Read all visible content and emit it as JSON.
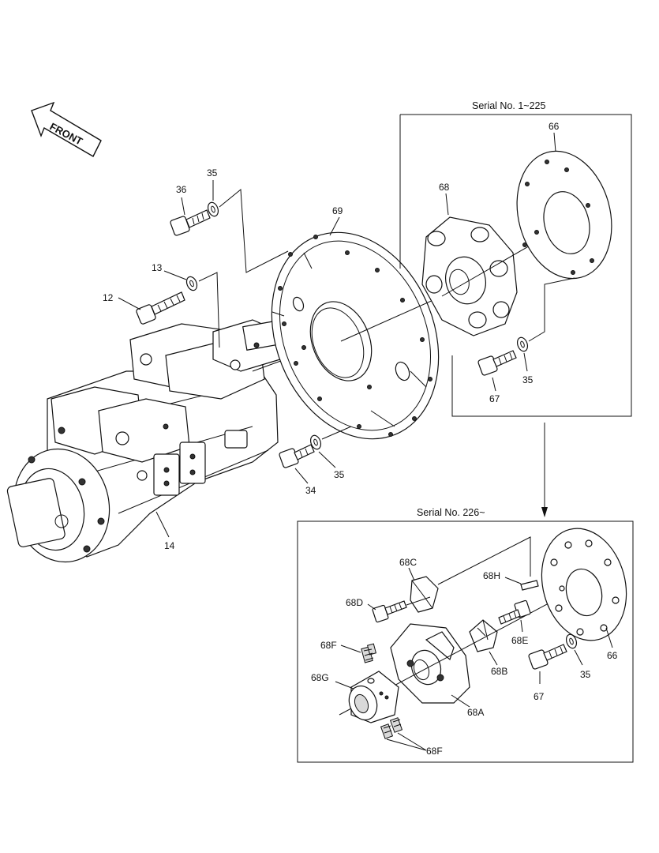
{
  "front_arrow": {
    "label": "FRONT"
  },
  "boxes": {
    "box1": {
      "title": "Serial No. 1~225"
    },
    "box2": {
      "title": "Serial No. 226~"
    }
  },
  "labels": {
    "p36": "36",
    "p35a": "35",
    "p69": "69",
    "p13": "13",
    "p12": "12",
    "p14": "14",
    "p34": "34",
    "p35b": "35",
    "p66a": "66",
    "p68": "68",
    "p67a": "67",
    "p35c": "35",
    "p68C": "68C",
    "p68H": "68H",
    "p68D": "68D",
    "p68E": "68E",
    "p68F1": "68F",
    "p68B": "68B",
    "p66b": "66",
    "p35d": "35",
    "p68G": "68G",
    "p67b": "67",
    "p68A": "68A",
    "p68F2": "68F"
  }
}
